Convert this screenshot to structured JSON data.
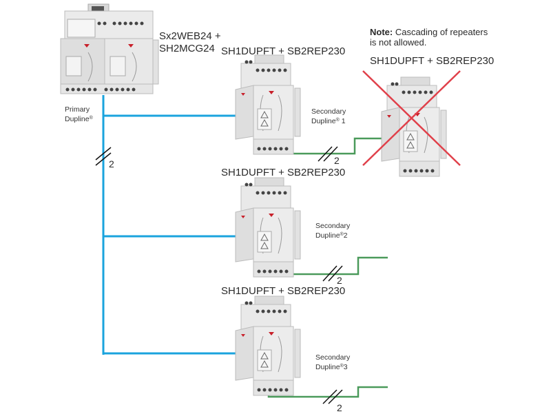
{
  "colors": {
    "primary_bus": "#1aa3dd",
    "secondary_bus": "#4a9a5a",
    "forbidden_cross": "#e0404a",
    "device_body": "#e4e4e4",
    "brand_red": "#c8202a"
  },
  "master": {
    "label_line1": "Sx2WEB24 +",
    "label_line2": "SH2MCG24"
  },
  "primary": {
    "label_line1": "Primary",
    "label_line2": "Dupline",
    "reg": "®",
    "wire_count": "2"
  },
  "note": {
    "bold": "Note:",
    "text_line1": " Cascading of repeaters",
    "text_line2": "is not allowed."
  },
  "repeaters": [
    {
      "label": "SH1DUPFT + SB2REP230",
      "secondary_line1": "Secondary",
      "secondary_line2": "Dupline",
      "reg": "®",
      "number": "1",
      "wire_count": "2"
    },
    {
      "label": "SH1DUPFT + SB2REP230",
      "secondary_line1": "Secondary",
      "secondary_line2": "Dupline",
      "reg": "®",
      "number": "2",
      "wire_count": "2"
    },
    {
      "label": "SH1DUPFT + SB2REP230",
      "secondary_line1": "Secondary",
      "secondary_line2": "Dupline",
      "reg": "®",
      "number": "3",
      "wire_count": "2"
    }
  ],
  "cascaded": {
    "label": "SH1DUPFT + SB2REP230",
    "status": "not allowed"
  }
}
